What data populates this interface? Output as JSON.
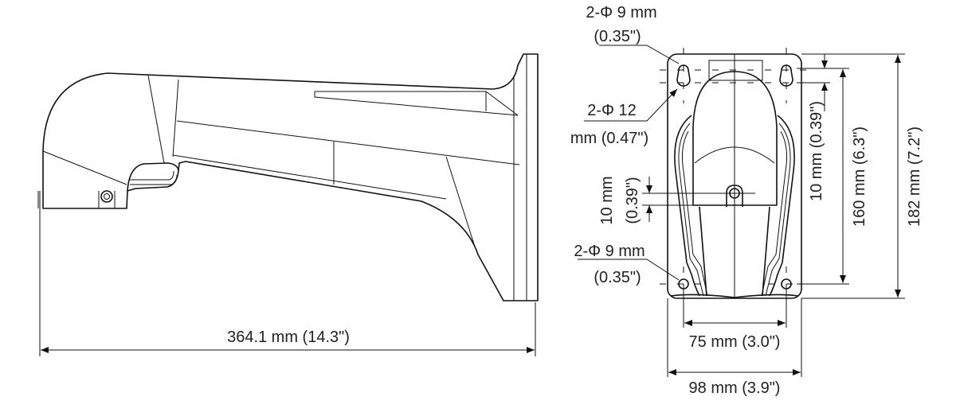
{
  "side_view": {
    "length_label": "364.1 mm (14.3\")"
  },
  "front_view": {
    "top_holes_label_1": "2-Φ 9 mm",
    "top_holes_label_2": "(0.35\")",
    "keyhole_label_1": "2-Φ 12",
    "keyhole_label_2": "mm (0.47\")",
    "bottom_holes_label_1": "2-Φ 9 mm",
    "bottom_holes_label_2": "(0.35\")",
    "nut_offset_label_1": "10 mm",
    "nut_offset_label_2": "(0.39\")",
    "keyhole_offset_label": "10 mm (0.39\")",
    "hole_spacing_vertical_label": "160 mm (6.3\")",
    "plate_height_label": "182 mm (7.2\")",
    "hole_spacing_horizontal_label": "75 mm (3.0\")",
    "plate_width_label": "98 mm (3.9\")"
  }
}
